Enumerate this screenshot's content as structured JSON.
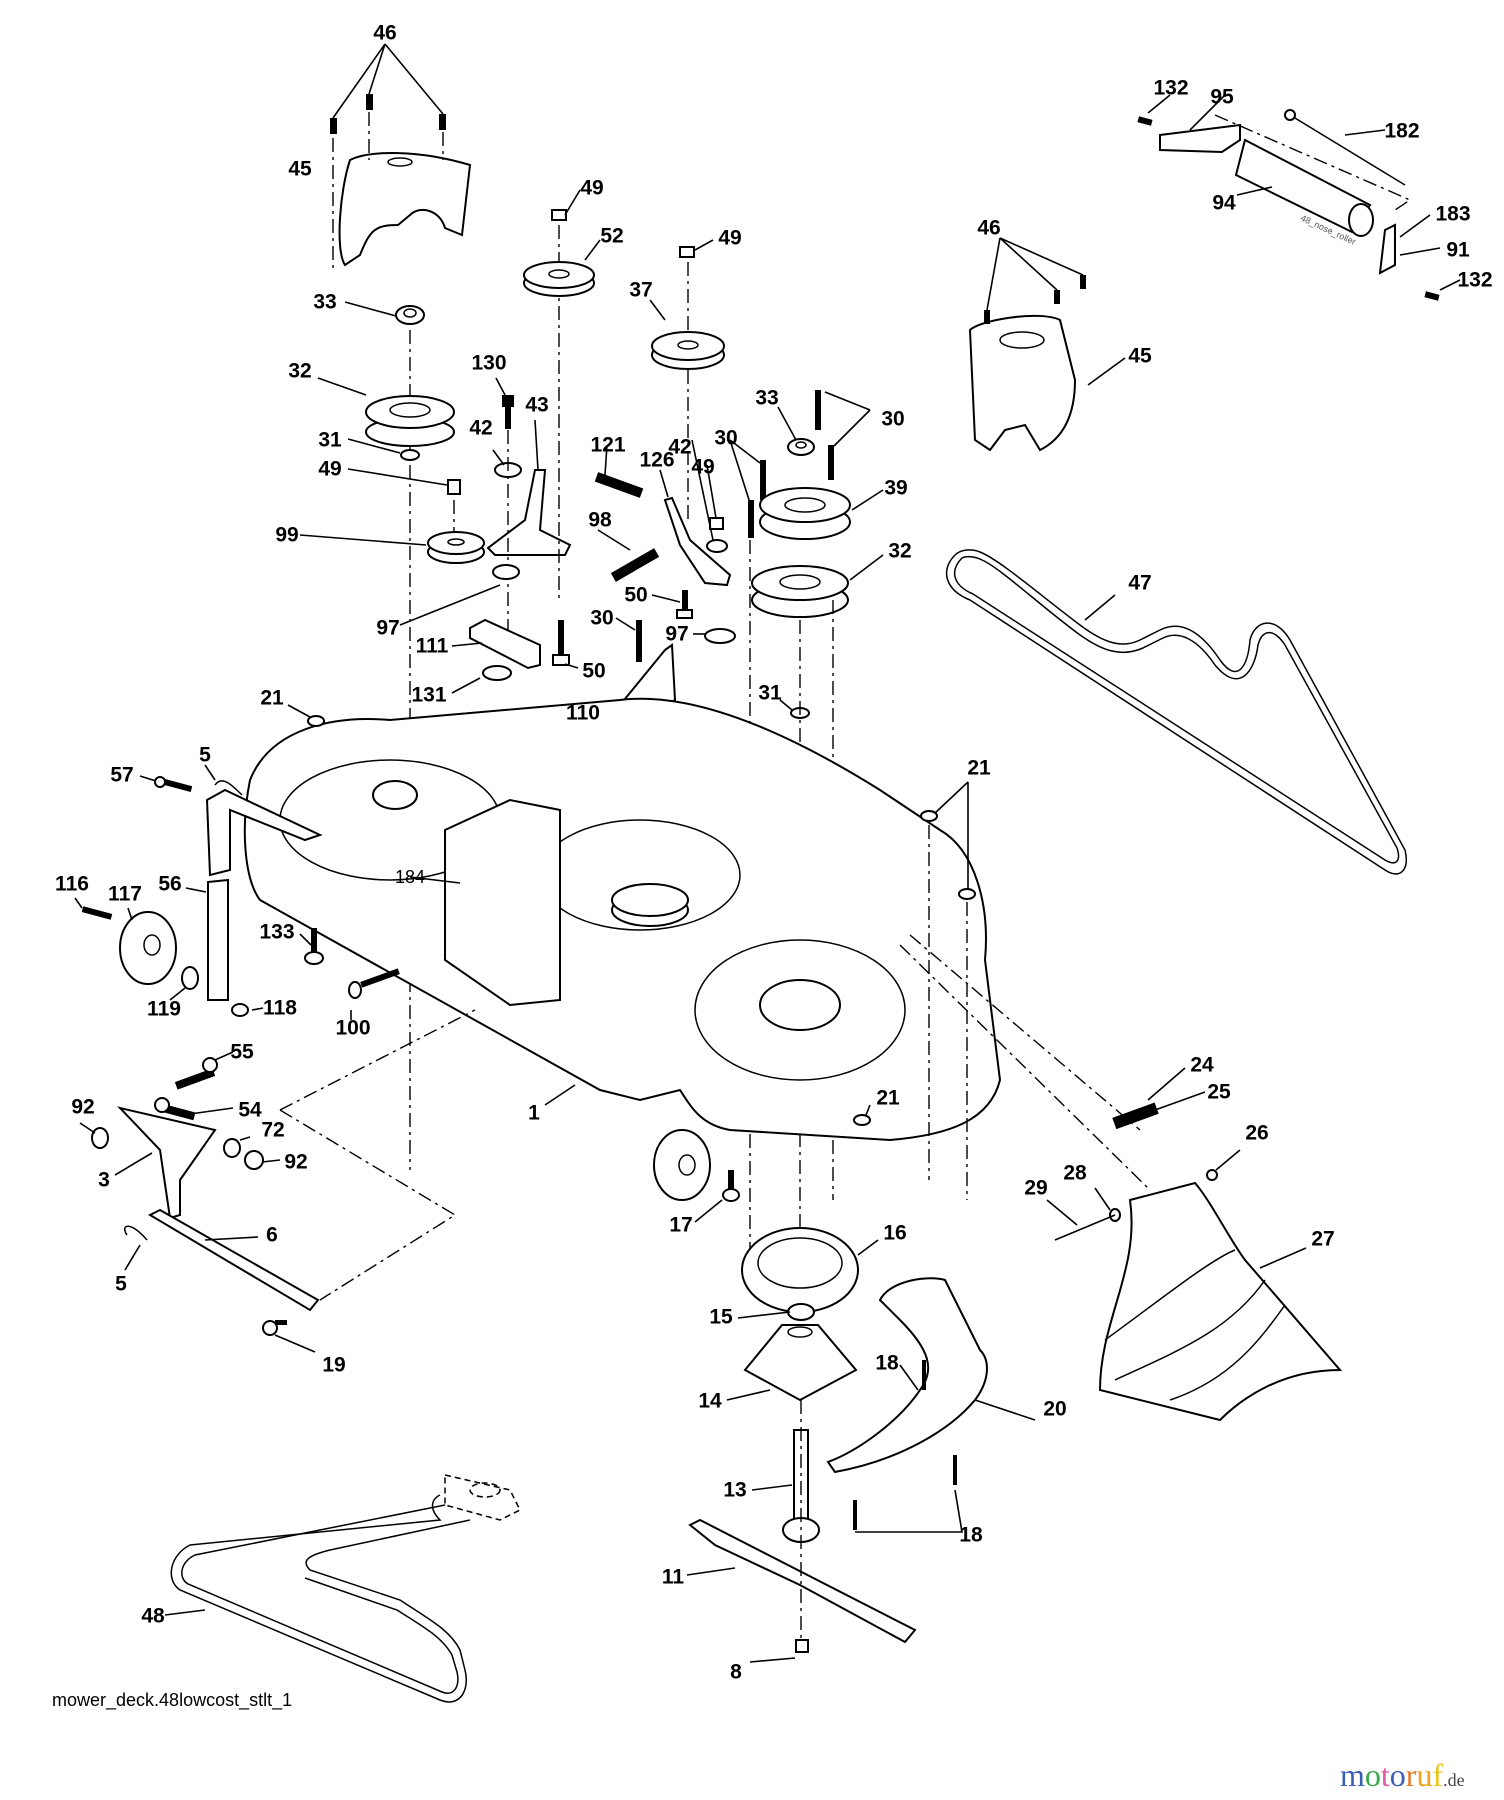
{
  "diagram": {
    "title": "mower_deck.48lowcost_stlt_1",
    "inline_note": "48_nose_roller",
    "watermark": {
      "letters": [
        {
          "ch": "m",
          "color": "#3b5fb5"
        },
        {
          "ch": "o",
          "color": "#3aa84a"
        },
        {
          "ch": "t",
          "color": "#e05aa8"
        },
        {
          "ch": "o",
          "color": "#3b5fb5"
        },
        {
          "ch": "r",
          "color": "#e87b2a"
        },
        {
          "ch": "u",
          "color": "#f0a21a"
        },
        {
          "ch": "f",
          "color": "#e8c51a"
        }
      ],
      "tld": ".de"
    },
    "callouts": [
      {
        "id": "46a",
        "text": "46"
      },
      {
        "id": "45a",
        "text": "45"
      },
      {
        "id": "33a",
        "text": "33"
      },
      {
        "id": "32a",
        "text": "32"
      },
      {
        "id": "31a",
        "text": "31"
      },
      {
        "id": "49a",
        "text": "49"
      },
      {
        "id": "99",
        "text": "99"
      },
      {
        "id": "97a",
        "text": "97"
      },
      {
        "id": "111",
        "text": "111"
      },
      {
        "id": "131",
        "text": "131"
      },
      {
        "id": "21a",
        "text": "21"
      },
      {
        "id": "49b",
        "text": "49"
      },
      {
        "id": "52",
        "text": "52"
      },
      {
        "id": "130",
        "text": "130"
      },
      {
        "id": "43",
        "text": "43"
      },
      {
        "id": "42a",
        "text": "42"
      },
      {
        "id": "50a",
        "text": "50"
      },
      {
        "id": "49c",
        "text": "49"
      },
      {
        "id": "37",
        "text": "37"
      },
      {
        "id": "121",
        "text": "121"
      },
      {
        "id": "126",
        "text": "126"
      },
      {
        "id": "42b",
        "text": "42"
      },
      {
        "id": "49d",
        "text": "49"
      },
      {
        "id": "98",
        "text": "98"
      },
      {
        "id": "50b",
        "text": "50"
      },
      {
        "id": "30a",
        "text": "30"
      },
      {
        "id": "97b",
        "text": "97"
      },
      {
        "id": "110",
        "text": "110"
      },
      {
        "id": "33b",
        "text": "33"
      },
      {
        "id": "30b",
        "text": "30"
      },
      {
        "id": "30c",
        "text": "30"
      },
      {
        "id": "39",
        "text": "39"
      },
      {
        "id": "32b",
        "text": "32"
      },
      {
        "id": "31b",
        "text": "31"
      },
      {
        "id": "46b",
        "text": "46"
      },
      {
        "id": "45b",
        "text": "45"
      },
      {
        "id": "132a",
        "text": "132"
      },
      {
        "id": "95",
        "text": "95"
      },
      {
        "id": "182",
        "text": "182"
      },
      {
        "id": "94",
        "text": "94"
      },
      {
        "id": "183",
        "text": "183"
      },
      {
        "id": "91",
        "text": "91"
      },
      {
        "id": "132b",
        "text": "132"
      },
      {
        "id": "47",
        "text": "47"
      },
      {
        "id": "21b",
        "text": "21"
      },
      {
        "id": "21c",
        "text": "21"
      },
      {
        "id": "57",
        "text": "57"
      },
      {
        "id": "5a",
        "text": "5"
      },
      {
        "id": "116",
        "text": "116"
      },
      {
        "id": "117",
        "text": "117"
      },
      {
        "id": "56",
        "text": "56"
      },
      {
        "id": "184",
        "text": "184"
      },
      {
        "id": "133",
        "text": "133"
      },
      {
        "id": "119",
        "text": "119"
      },
      {
        "id": "118",
        "text": "118"
      },
      {
        "id": "100",
        "text": "100"
      },
      {
        "id": "1",
        "text": "1"
      },
      {
        "id": "55",
        "text": "55"
      },
      {
        "id": "92a",
        "text": "92"
      },
      {
        "id": "54",
        "text": "54"
      },
      {
        "id": "72",
        "text": "72"
      },
      {
        "id": "92b",
        "text": "92"
      },
      {
        "id": "3",
        "text": "3"
      },
      {
        "id": "6",
        "text": "6"
      },
      {
        "id": "5b",
        "text": "5"
      },
      {
        "id": "19",
        "text": "19"
      },
      {
        "id": "17",
        "text": "17"
      },
      {
        "id": "16",
        "text": "16"
      },
      {
        "id": "15",
        "text": "15"
      },
      {
        "id": "14",
        "text": "14"
      },
      {
        "id": "18a",
        "text": "18"
      },
      {
        "id": "20",
        "text": "20"
      },
      {
        "id": "13",
        "text": "13"
      },
      {
        "id": "18b",
        "text": "18"
      },
      {
        "id": "11",
        "text": "11"
      },
      {
        "id": "8",
        "text": "8"
      },
      {
        "id": "48",
        "text": "48"
      },
      {
        "id": "24",
        "text": "24"
      },
      {
        "id": "25",
        "text": "25"
      },
      {
        "id": "26",
        "text": "26"
      },
      {
        "id": "28",
        "text": "28"
      },
      {
        "id": "29",
        "text": "29"
      },
      {
        "id": "27",
        "text": "27"
      }
    ]
  }
}
